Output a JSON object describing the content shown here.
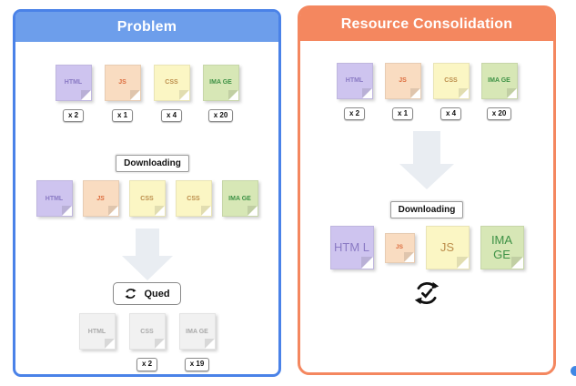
{
  "left_panel": {
    "title": "Problem",
    "accent_color": "#6D9EEB",
    "border_color": "#4A82E8",
    "row1": [
      {
        "label": "HTML",
        "count": "x 2"
      },
      {
        "label": "JS",
        "count": "x 1"
      },
      {
        "label": "CSS",
        "count": "x 4"
      },
      {
        "label": "IMA GE",
        "count": "x 20"
      }
    ],
    "downloading_label": "Downloading",
    "row2": [
      {
        "label": "HTML"
      },
      {
        "label": "JS"
      },
      {
        "label": "CSS"
      },
      {
        "label": "CSS"
      },
      {
        "label": "IMA GE"
      }
    ],
    "queue_label": "Qued",
    "queue_icon": "refresh-cycle-icon",
    "arrow_icon": "down-arrow",
    "row3": [
      {
        "label": "HTML",
        "count": ""
      },
      {
        "label": "CSS",
        "count": "x 2"
      },
      {
        "label": "IMA GE",
        "count": "x 19"
      }
    ]
  },
  "right_panel": {
    "title": "Resource Consolidation",
    "accent_color": "#F4875F",
    "border_color": "#F4875F",
    "row1": [
      {
        "label": "HTML",
        "count": "x 2"
      },
      {
        "label": "JS",
        "count": "x 1"
      },
      {
        "label": "CSS",
        "count": "x 4"
      },
      {
        "label": "IMA GE",
        "count": "x 20"
      }
    ],
    "arrow_icon": "down-arrow",
    "downloading_label": "Downloading",
    "row2": [
      {
        "label": "HTM L"
      },
      {
        "label": "JS"
      },
      {
        "label": "JS"
      },
      {
        "label": "IMA GE"
      }
    ],
    "sync_icon": "sync-check-icon"
  }
}
